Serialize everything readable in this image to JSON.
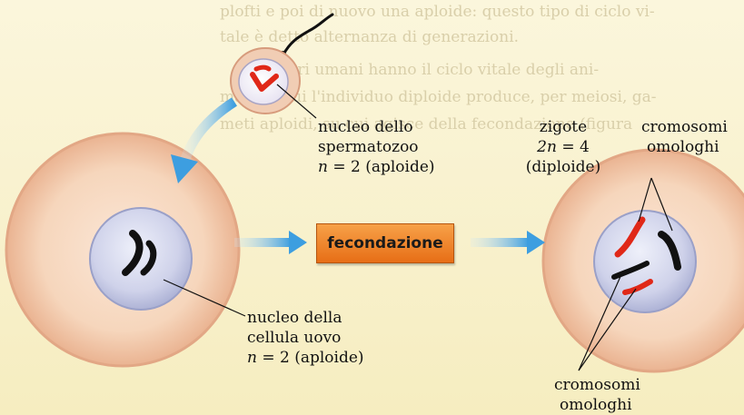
{
  "background_text": [
    "plofti e poi di nuovo una aploide: questo tipo di ciclo vi-",
    "tale è detto alternanza di generazioni.",
    "Gli esseri umani hanno il ciclo vitale degli ani-",
    "mali, in cui l'individuo diploide produce, per meiosi, ga-",
    "meti aploidi, su cui agisce della fecondazione (figura"
  ],
  "labels": {
    "sperm_nucleus": {
      "line1": "nucleo dello",
      "line2": "spermatozoo",
      "line3_var": "n",
      "line3_rest": " = 2 (aploide)"
    },
    "egg_nucleus": {
      "line1": "nucleo della",
      "line2": "cellula uovo",
      "line3_var": "n",
      "line3_rest": " = 2 (aploide)"
    },
    "zygote": {
      "line1": "zigote",
      "line2_var": "2n",
      "line2_rest": " = 4",
      "line3": "(diploide)"
    },
    "homologous_top": {
      "line1": "cromosomi",
      "line2": "omologhi"
    },
    "homologous_bottom": {
      "line1": "cromosomi",
      "line2": "omologhi"
    },
    "process": "fecondazione"
  },
  "colors": {
    "cell_outer": "#f3d0b4",
    "cell_membrane": "#e4aa86",
    "nucleus": "#c9cce6",
    "paternal_chromosome": "#e02818",
    "maternal_chromosome": "#111111",
    "arrow": "#4aa3e0",
    "process_box": "#f08a2a"
  }
}
